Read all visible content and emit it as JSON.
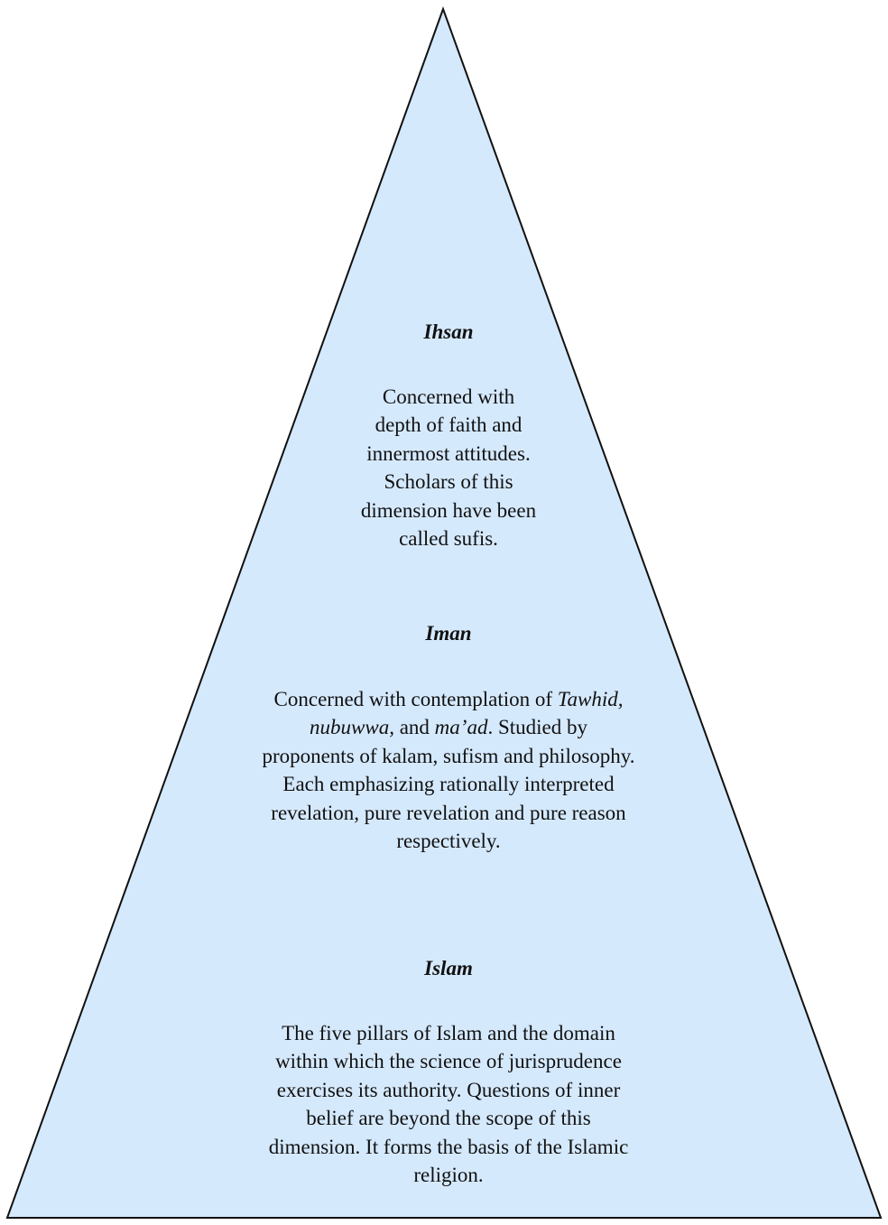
{
  "colors": {
    "fill": "#d5e9fd",
    "stroke": "#111111"
  },
  "levels": [
    {
      "title": "Ihsan",
      "lines": [
        "Concerned with",
        "depth of faith and",
        "innermost attitudes.",
        "Scholars of this",
        "dimension have been",
        "called sufis."
      ]
    },
    {
      "title": "Iman",
      "lines": [
        [
          {
            "t": "Concerned with contemplation of "
          },
          {
            "t": "Tawhid,",
            "i": true
          }
        ],
        [
          {
            "t": "nubuwwa,",
            "i": true
          },
          {
            "t": " and "
          },
          {
            "t": "ma’ad",
            "i": true
          },
          {
            "t": ". Studied by"
          }
        ],
        [
          {
            "t": "proponents of kalam, sufism and philosophy."
          }
        ],
        [
          {
            "t": "Each emphasizing rationally interpreted"
          }
        ],
        [
          {
            "t": "revelation, pure revelation and pure reason"
          }
        ],
        [
          {
            "t": "respectively."
          }
        ]
      ]
    },
    {
      "title": "Islam",
      "lines": [
        "The five pillars of Islam and the domain",
        "within which the science of jurisprudence",
        "exercises its authority. Questions of inner",
        "belief are beyond the scope of this",
        "dimension. It forms the basis of the Islamic",
        "religion."
      ]
    }
  ]
}
